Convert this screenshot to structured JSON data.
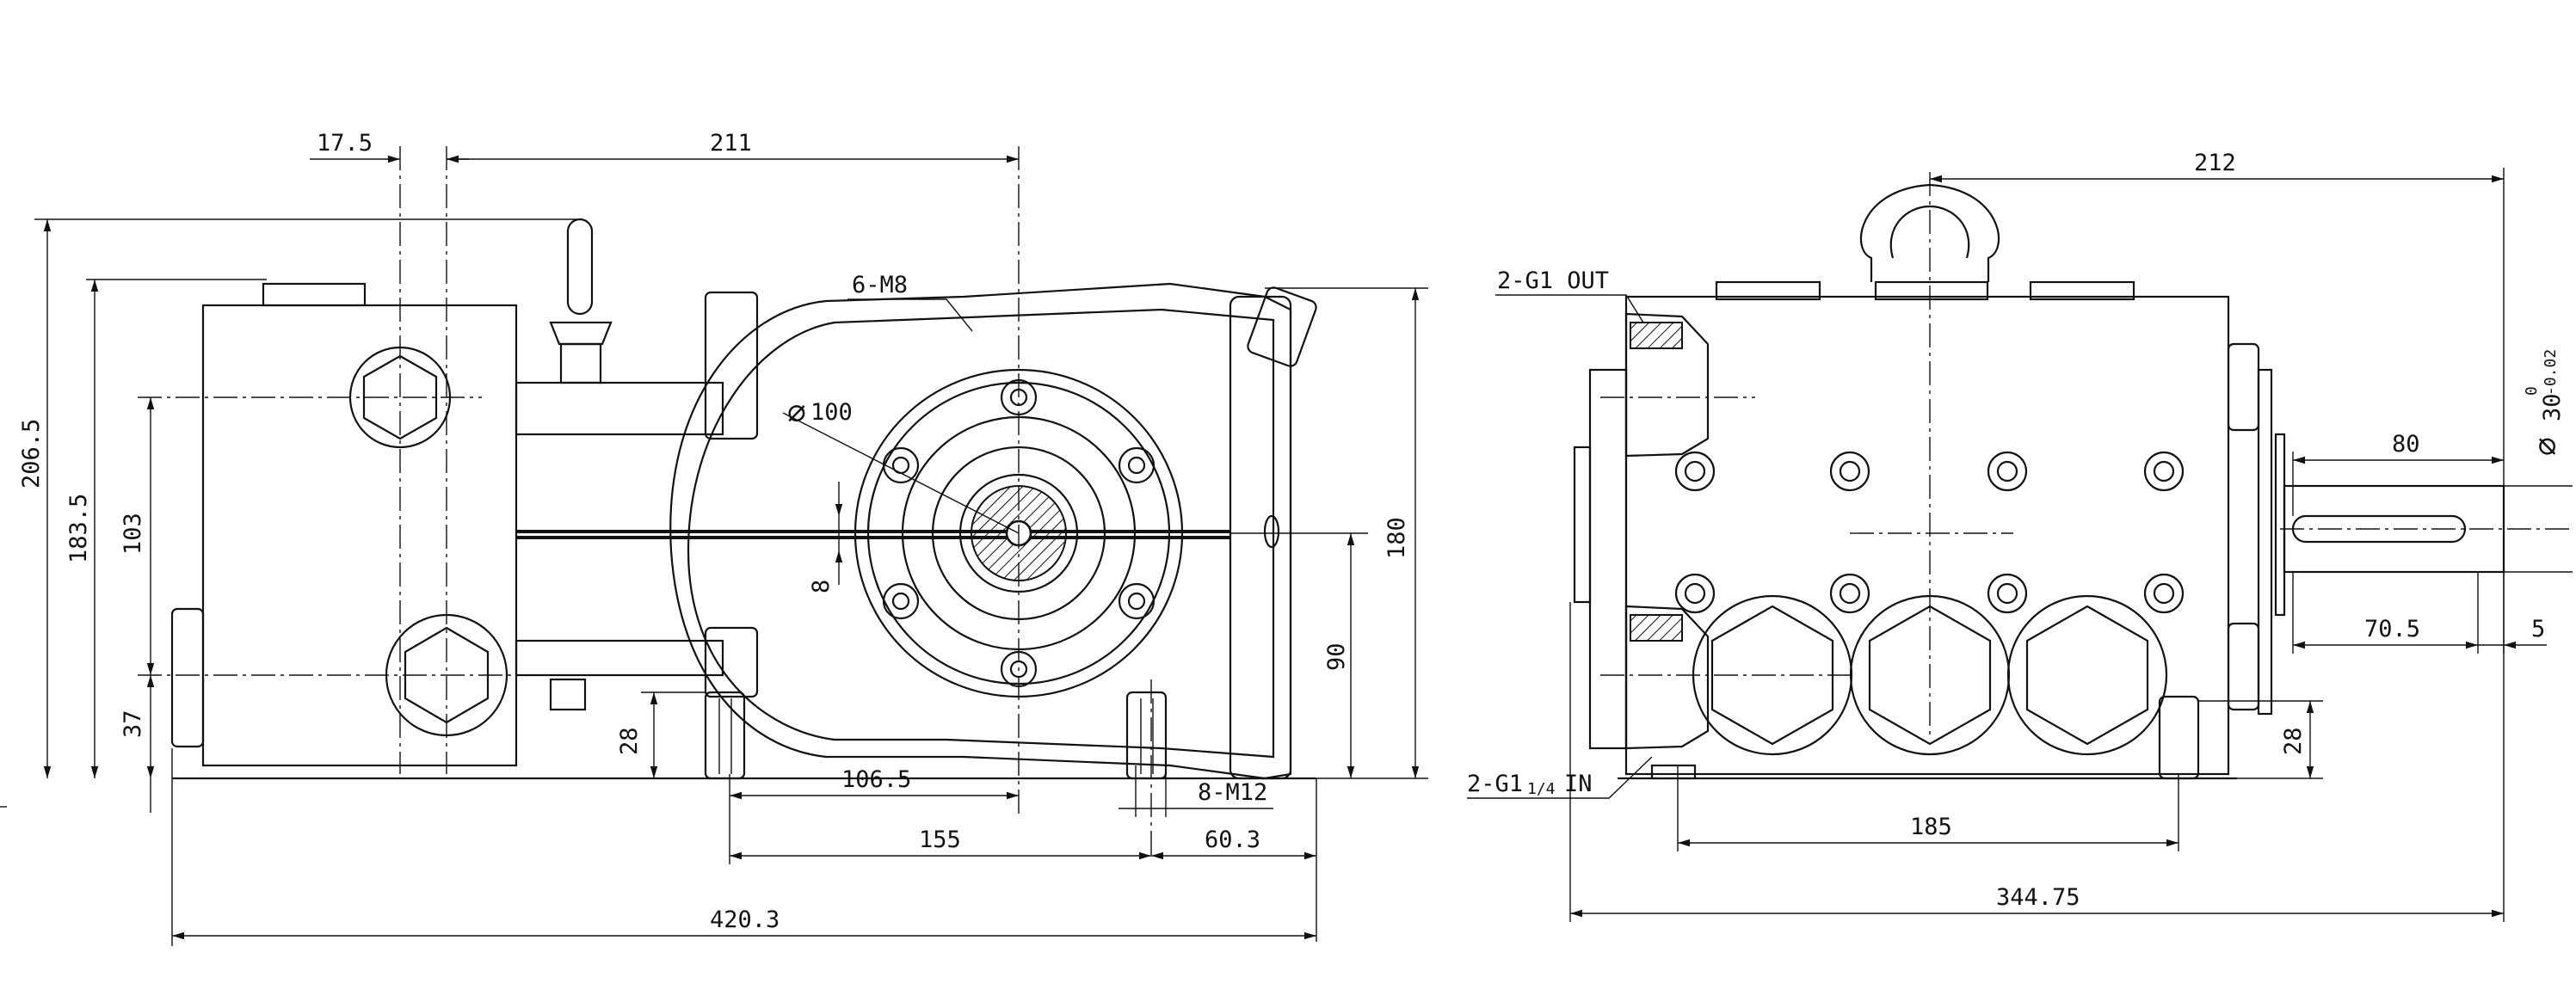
{
  "dims": {
    "d17_5": "17.5",
    "d211": "211",
    "d6m8": "6-M8",
    "d100": "100",
    "d206_5": "206.5",
    "d183_5": "183.5",
    "d103": "103",
    "d37": "37",
    "d28a": "28",
    "d8": "8",
    "d106_5": "106.5",
    "d8m12": "8-M12",
    "d155": "155",
    "d60_3": "60.3",
    "d420_3": "420.3",
    "d90": "90",
    "d180": "180",
    "d212": "212",
    "g1out": "2-G1 OUT",
    "g14in_a": "2-G1",
    "g14in_b": "1/4",
    "g14in_c": "IN",
    "d80": "80",
    "d70_5": "70.5",
    "d5": "5",
    "d28b": "28",
    "d185": "185",
    "d344_75": "344.75",
    "shaft_base": "30",
    "shaft_upper": "0",
    "shaft_lower": "-0.02"
  },
  "icons": [
    "diameter-symbol"
  ]
}
